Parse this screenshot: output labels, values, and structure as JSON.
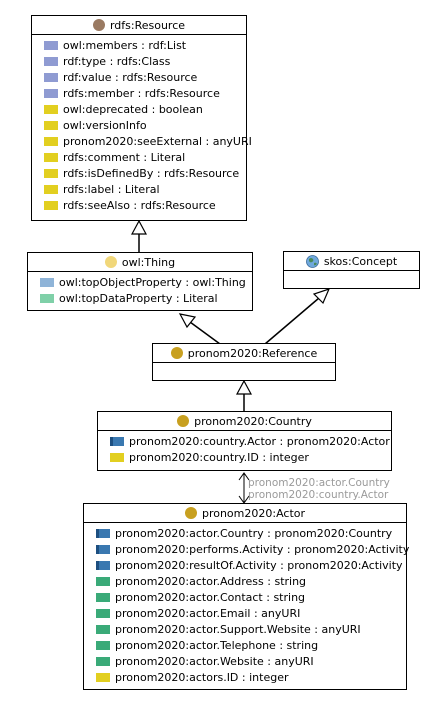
{
  "colors": {
    "object_property": "#3a78b0",
    "object_property_light": "#8fb4d8",
    "annotation_property": "#8f9bd2",
    "data_property": "#3aaa78",
    "data_property_light": "#7fd0a8",
    "functional_property": "#e2cf20",
    "resource_icon": "#9a7a62",
    "thing_icon": "#f1d77a",
    "class_icon": "#c8a020",
    "concept_icon": "#4a8a5a"
  },
  "classes": {
    "resource": {
      "name": "rdfs:Resource",
      "icon": "brown-circle-icon",
      "attributes": [
        {
          "text": "owl:members : rdf:List",
          "kind": "annotation_property"
        },
        {
          "text": "rdf:type : rdfs:Class",
          "kind": "annotation_property"
        },
        {
          "text": "rdf:value : rdfs:Resource",
          "kind": "annotation_property"
        },
        {
          "text": "rdfs:member : rdfs:Resource",
          "kind": "annotation_property"
        },
        {
          "text": "owl:deprecated : boolean",
          "kind": "functional_property"
        },
        {
          "text": "owl:versionInfo",
          "kind": "functional_property"
        },
        {
          "text": "pronom2020:seeExternal : anyURI",
          "kind": "functional_property"
        },
        {
          "text": "rdfs:comment : Literal",
          "kind": "functional_property"
        },
        {
          "text": "rdfs:isDefinedBy : rdfs:Resource",
          "kind": "functional_property"
        },
        {
          "text": "rdfs:label : Literal",
          "kind": "functional_property"
        },
        {
          "text": "rdfs:seeAlso : rdfs:Resource",
          "kind": "functional_property"
        }
      ]
    },
    "thing": {
      "name": "owl:Thing",
      "icon": "pale-circle-icon",
      "attributes": [
        {
          "text": "owl:topObjectProperty : owl:Thing",
          "kind": "object_property_light"
        },
        {
          "text": "owl:topDataProperty : Literal",
          "kind": "data_property_light"
        }
      ]
    },
    "concept": {
      "name": "skos:Concept",
      "icon": "globe-icon",
      "attributes": []
    },
    "reference": {
      "name": "pronom2020:Reference",
      "icon": "gold-circle-icon",
      "attributes": []
    },
    "country": {
      "name": "pronom2020:Country",
      "icon": "gold-circle-icon",
      "attributes": [
        {
          "text": "pronom2020:country.Actor : pronom2020:Actor",
          "kind": "object_property"
        },
        {
          "text": "pronom2020:country.ID : integer",
          "kind": "functional_property"
        }
      ]
    },
    "actor": {
      "name": "pronom2020:Actor",
      "icon": "gold-circle-icon",
      "attributes": [
        {
          "text": "pronom2020:actor.Country : pronom2020:Country",
          "kind": "object_property"
        },
        {
          "text": "pronom2020:performs.Activity : pronom2020:Activity",
          "kind": "object_property"
        },
        {
          "text": "pronom2020:resultOf.Activity : pronom2020:Activity",
          "kind": "object_property"
        },
        {
          "text": "pronom2020:actor.Address : string",
          "kind": "data_property"
        },
        {
          "text": "pronom2020:actor.Contact : string",
          "kind": "data_property"
        },
        {
          "text": "pronom2020:actor.Email : anyURI",
          "kind": "data_property"
        },
        {
          "text": "pronom2020:actor.Support.Website : anyURI",
          "kind": "data_property"
        },
        {
          "text": "pronom2020:actor.Telephone : string",
          "kind": "data_property"
        },
        {
          "text": "pronom2020:actor.Website : anyURI",
          "kind": "data_property"
        },
        {
          "text": "pronom2020:actors.ID : integer",
          "kind": "functional_property"
        }
      ]
    }
  },
  "relation": {
    "label_line1": "pronom2020:actor.Country",
    "label_line2": "pronom2020:country.Actor"
  }
}
